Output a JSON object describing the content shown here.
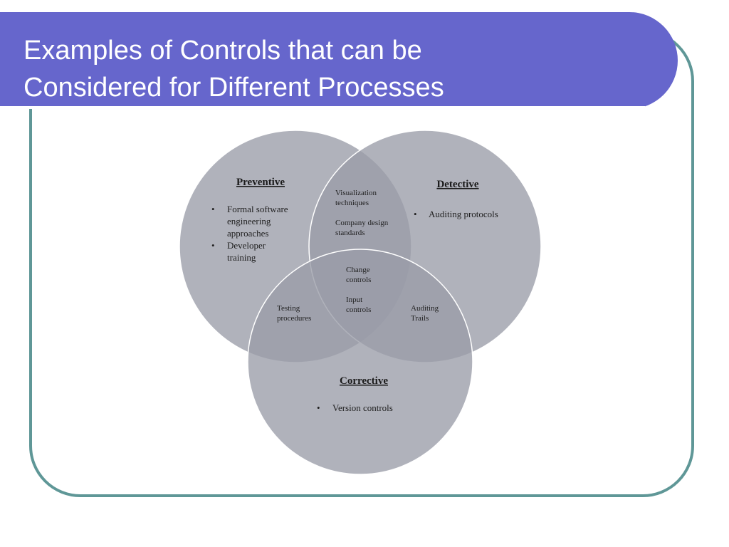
{
  "slide": {
    "title_line_1": "Examples of Controls that can be",
    "title_line_2": "Considered for Different Processes"
  },
  "venn": {
    "preventive": {
      "heading": "Preventive",
      "items": [
        [
          "Formal software",
          "engineering",
          "approaches"
        ],
        [
          "Developer",
          "training"
        ]
      ]
    },
    "detective": {
      "heading": "Detective",
      "items": [
        [
          "Auditing protocols"
        ]
      ]
    },
    "corrective": {
      "heading": "Corrective",
      "items": [
        [
          "Version controls"
        ]
      ]
    },
    "preventive_detective": {
      "items": [
        [
          "Visualization",
          "techniques"
        ],
        [
          "Company design",
          "standards"
        ]
      ]
    },
    "preventive_corrective": {
      "lines": [
        "Testing",
        "procedures"
      ]
    },
    "detective_corrective": {
      "lines": [
        "Auditing",
        "Trails"
      ]
    },
    "all_three": {
      "items": [
        [
          "Change",
          "controls"
        ],
        [
          "Input",
          "controls"
        ]
      ]
    },
    "bullet": "•"
  },
  "colors": {
    "banner": "#6666cc",
    "frame": "#5f9797",
    "circle_fill": "#9a9ca8",
    "circle_stroke": "#ffffff"
  }
}
